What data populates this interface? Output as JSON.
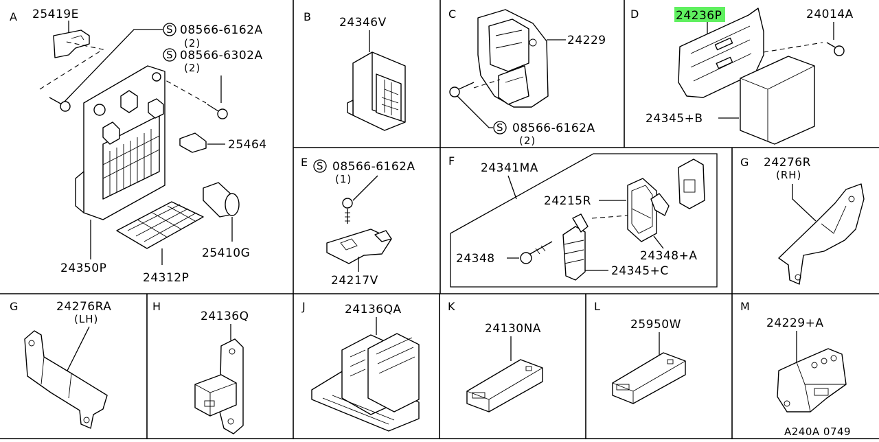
{
  "diagram": {
    "reference_code": "A240A 0749",
    "sections": [
      {
        "letter": "A",
        "parts": [
          "25419E",
          "08566-6162A",
          "(2)",
          "08566-6302A",
          "(2)",
          "25464",
          "25410G",
          "24350P",
          "24312P"
        ]
      },
      {
        "letter": "B",
        "parts": [
          "24346V"
        ]
      },
      {
        "letter": "C",
        "parts": [
          "24229",
          "08566-6162A",
          "(2)"
        ]
      },
      {
        "letter": "D",
        "parts": [
          "24236P",
          "24014A",
          "24345+B"
        ],
        "highlighted_part": "24236P"
      },
      {
        "letter": "E",
        "parts": [
          "08566-6162A",
          "(1)",
          "24217V"
        ]
      },
      {
        "letter": "F",
        "parts": [
          "24341MA",
          "24215R",
          "24348",
          "24348+A",
          "24345+C"
        ]
      },
      {
        "letter": "G",
        "parts": [
          "24276R",
          "(RH)"
        ]
      },
      {
        "letter": "G",
        "parts": [
          "24276RA",
          "(LH)"
        ]
      },
      {
        "letter": "H",
        "parts": [
          "24136Q"
        ]
      },
      {
        "letter": "J",
        "parts": [
          "24136QA"
        ]
      },
      {
        "letter": "K",
        "parts": [
          "24130NA"
        ]
      },
      {
        "letter": "L",
        "parts": [
          "25950W"
        ]
      },
      {
        "letter": "M",
        "parts": [
          "24229+A"
        ]
      }
    ],
    "screw_symbol": "S",
    "highlight_color": "#5ff05f"
  }
}
